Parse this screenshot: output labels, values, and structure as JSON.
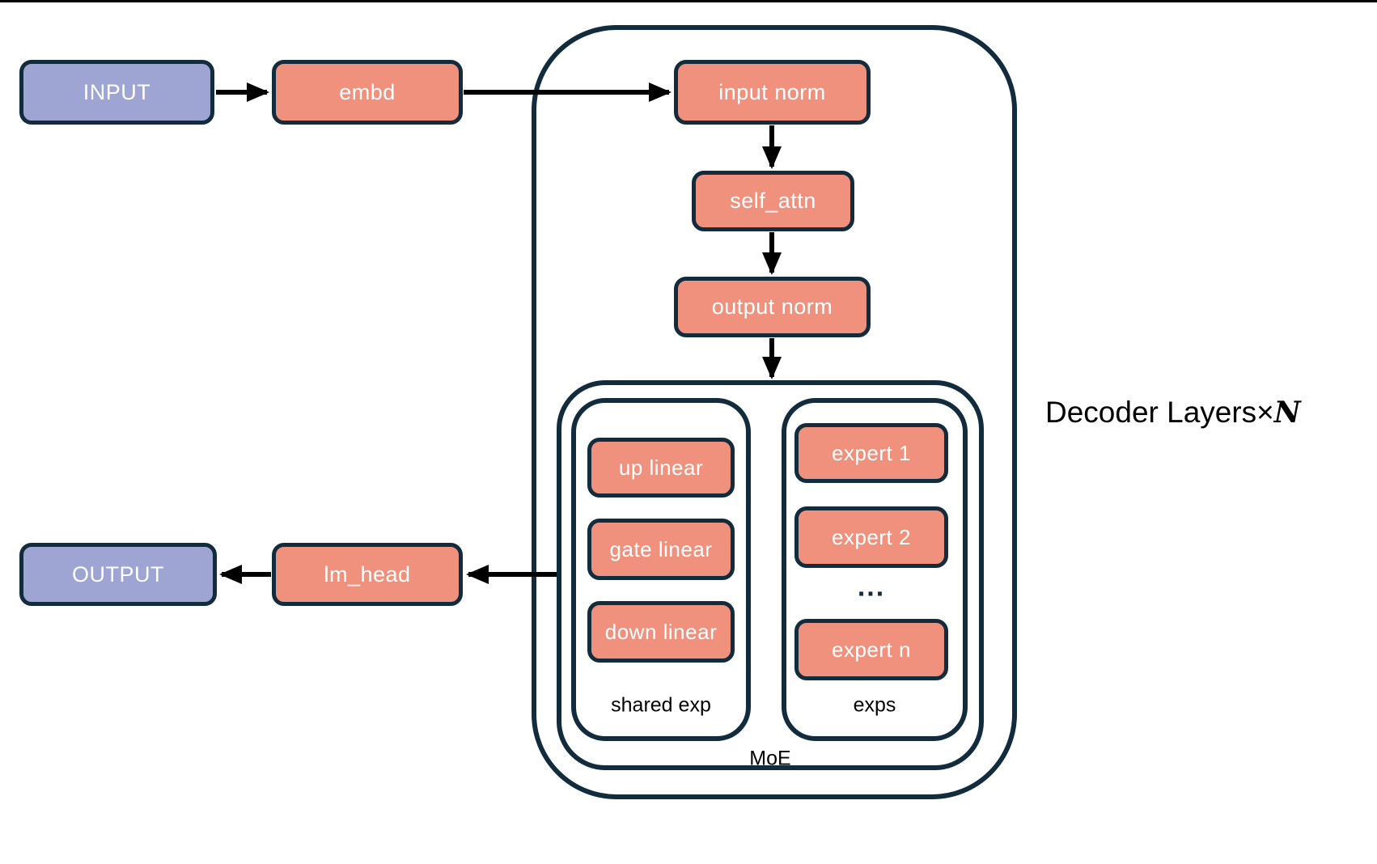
{
  "diagram": {
    "nodes": {
      "input": "INPUT",
      "embd": "embd",
      "input_norm": "input norm",
      "self_attn": "self_attn",
      "output_norm": "output norm",
      "up_linear": "up linear",
      "gate_linear": "gate linear",
      "down_linear": "down linear",
      "expert_1": "expert 1",
      "expert_2": "expert 2",
      "experts_ellipsis": "...",
      "expert_n": "expert n",
      "lm_head": "lm_head",
      "output": "OUTPUT"
    },
    "groups": {
      "shared_exp": "shared exp",
      "exps": "exps",
      "moe": "MoE"
    },
    "annotation": {
      "decoder_layers_prefix": "Decoder Layers×",
      "decoder_layers_n": "N"
    },
    "colors": {
      "io_fill": "#9ea5d3",
      "block_fill": "#f0917e",
      "border": "#132c3d",
      "arrow": "#000000",
      "background": "#ffffff",
      "box_text": "#ffffff",
      "label_text": "#000000"
    }
  }
}
